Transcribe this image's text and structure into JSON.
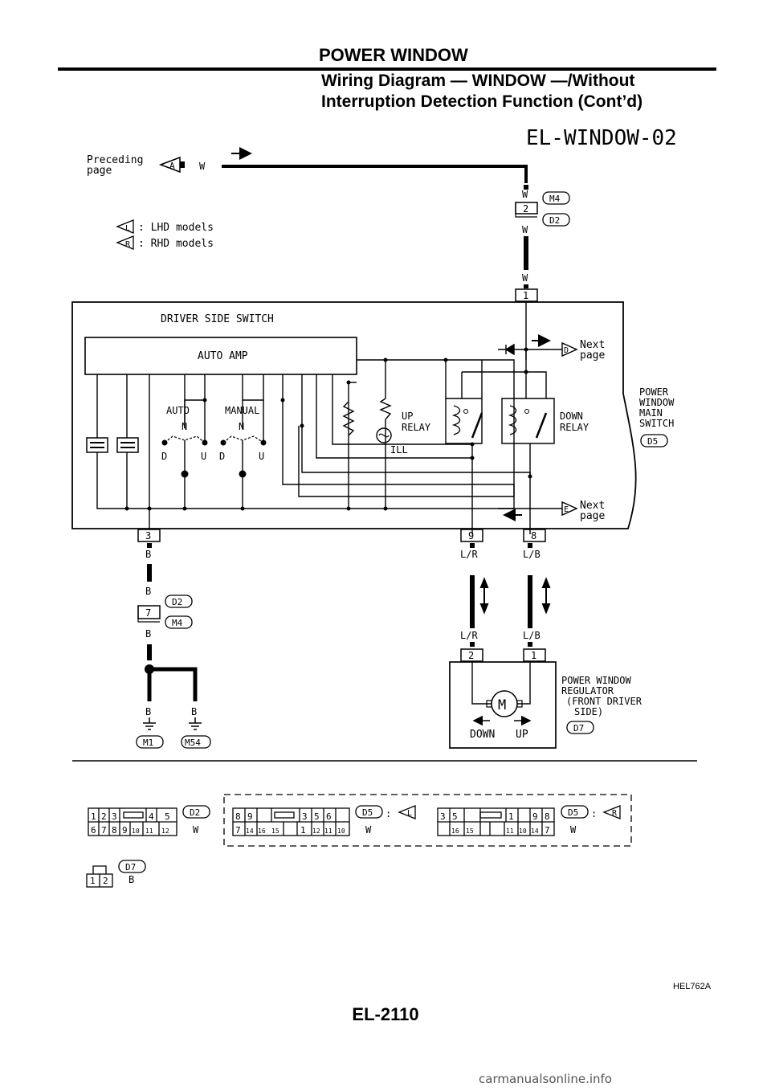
{
  "header": {
    "section_title": "POWER WINDOW",
    "subtitle_line1": "Wiring Diagram — WINDOW —/Without",
    "subtitle_line2": "Interruption Detection Function (Cont’d)"
  },
  "diagram": {
    "code": "EL-WINDOW-02",
    "preceding_page": [
      "Preceding",
      "page"
    ],
    "next_page": [
      "Next",
      "page"
    ],
    "legend": [
      {
        "tag": "L",
        "text": ": LHD models"
      },
      {
        "tag": "R",
        "text": ": RHD models"
      }
    ],
    "wire_colors": {
      "white": "W",
      "black": "B",
      "blue_red": "L/R",
      "blue_black": "L/B"
    },
    "connectors": {
      "m4": "M4",
      "d2": "D2",
      "d5": "D5",
      "d7": "D7",
      "m1": "M1",
      "m54": "M54"
    },
    "pins": {
      "p1": "1",
      "p2": "2",
      "p3": "3",
      "p7": "7",
      "p8": "8",
      "p9": "9"
    },
    "arrow_tags": {
      "a": "A",
      "d": "D",
      "e": "E"
    },
    "switch": {
      "title": "DRIVER SIDE SWITCH",
      "auto_amp": "AUTO AMP",
      "auto": "AUTO",
      "manual": "MANUAL",
      "n": "N",
      "d": "D",
      "u": "U",
      "up_relay": [
        "UP",
        "RELAY"
      ],
      "down_relay": [
        "DOWN",
        "RELAY"
      ],
      "ill": "ILL",
      "main_switch_label": [
        "POWER",
        "WINDOW",
        "MAIN",
        "SWITCH"
      ]
    },
    "regulator": {
      "label": [
        "POWER WINDOW",
        "REGULATOR",
        "(FRONT DRIVER",
        "SIDE)"
      ],
      "motor": "M",
      "down": "DOWN",
      "up": "UP"
    },
    "connector_views": {
      "d2_top": [
        "1",
        "2",
        "3",
        "4",
        "5"
      ],
      "d2_bottom": [
        "6",
        "7",
        "8",
        "9",
        "10",
        "11",
        "12"
      ],
      "d5l_top": [
        "8",
        "9",
        "3",
        "5",
        "6"
      ],
      "d5l_bottom": [
        "7",
        "14",
        "16",
        "15",
        "1",
        "12",
        "11",
        "10"
      ],
      "d5r_top": [
        "3",
        "5",
        "1",
        "9",
        "8"
      ],
      "d5r_bottom": [
        "16",
        "15",
        "11",
        "10",
        "14",
        "7"
      ],
      "d7": [
        "1",
        "2"
      ],
      "colon": ":"
    }
  },
  "footer": {
    "figure_id": "HEL762A",
    "page_number": "EL-2110",
    "watermark": "carmanualsonline.info"
  }
}
